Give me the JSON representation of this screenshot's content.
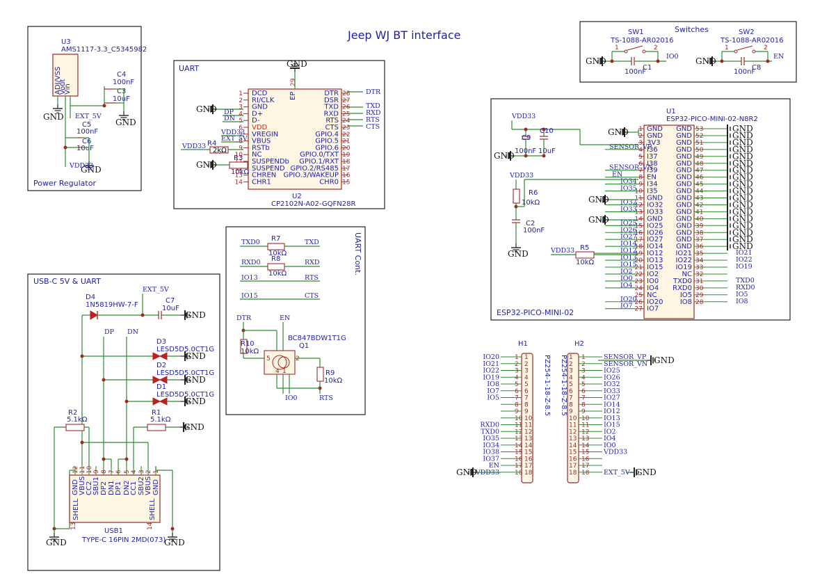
{
  "title": "Jeep WJ BT interface",
  "sections": {
    "power": "Power Regulator",
    "uart": "UART",
    "uart_cont": "UART Cont.",
    "usbc": "USB-C 5V & UART",
    "switches": "Switches",
    "esp": "ESP32-PICO-MINI-02"
  },
  "u3": {
    "ref": "U3",
    "value": "AMS1117-3.3_C5345982",
    "pins": [
      "ADJ/VSS",
      "Vout",
      "Vin"
    ]
  },
  "u2": {
    "ref": "U2",
    "value": "CP2102N-A02-GQFN28R",
    "left_pins": [
      "DCD",
      "RI/CLK",
      "GND",
      "D+",
      "D-",
      "VDD",
      "VREGIN",
      "VBUS",
      "RSTb",
      "NC",
      "SUSPENDb",
      "SUSPEND",
      "CHREN",
      "CHR1"
    ],
    "left_nums": [
      "1",
      "2",
      "3",
      "4",
      "5",
      "6",
      "7",
      "8",
      "9",
      "10",
      "11",
      "12",
      "13",
      "14"
    ],
    "right_pins": [
      "DTR",
      "DSR",
      "TXD",
      "RXD",
      "RTS",
      "CTS",
      "GPIO.4",
      "GPIO.5",
      "GPIO.6",
      "GPIO.0/TXT",
      "GPIO.1/RXT",
      "GPIO.2/RS485",
      "GPIO.3/WAKEUP",
      "CHR0"
    ],
    "right_nums": [
      "28",
      "27",
      "26",
      "25",
      "24",
      "23",
      "22",
      "21",
      "20",
      "19",
      "18",
      "17",
      "16",
      "15"
    ],
    "ep": "EP",
    "ep_num": "29"
  },
  "u1": {
    "ref": "U1",
    "value": "ESP32-PICO-MINI-02-N8R2",
    "left_pins": [
      "GND",
      "GND",
      "3V3",
      "I36",
      "I37",
      "I38",
      "I39",
      "EN",
      "I34",
      "I35",
      "GND",
      "IO32",
      "IO33",
      "GND",
      "IO25",
      "IO26",
      "IO27",
      "IO14",
      "IO12",
      "IO13",
      "IO15",
      "IO2",
      "IO0",
      "IO4",
      "NC",
      "IO20",
      "IO7"
    ],
    "left_nums": [
      "1",
      "2",
      "3",
      "4",
      "5",
      "6",
      "7",
      "8",
      "9",
      "10",
      "11",
      "12",
      "13",
      "14",
      "15",
      "16",
      "17",
      "18",
      "19",
      "20",
      "21",
      "22",
      "23",
      "24",
      "25",
      "26",
      "27"
    ],
    "right_pins": [
      "GND",
      "GND",
      "GND",
      "GND",
      "GND",
      "GND",
      "GND",
      "GND",
      "GND",
      "GND",
      "GND",
      "GND",
      "GND",
      "GND",
      "GND",
      "GND",
      "GND",
      "GND",
      "IO21",
      "IO22",
      "IO19",
      "NC",
      "TXD0",
      "RXD0",
      "IO5",
      "IO8"
    ],
    "right_nums": [
      "53",
      "52",
      "51",
      "50",
      "49",
      "48",
      "47",
      "46",
      "45",
      "44",
      "43",
      "42",
      "41",
      "40",
      "39",
      "38",
      "37",
      "36",
      "35",
      "34",
      "33",
      "32",
      "31",
      "30",
      "29",
      "28"
    ]
  },
  "h1": {
    "ref": "H1",
    "value": "PZ254-1-18-Z-8.5",
    "pins": [
      "1",
      "2",
      "3",
      "4",
      "5",
      "6",
      "7",
      "8",
      "9",
      "10",
      "11",
      "12",
      "13",
      "14",
      "15",
      "16",
      "17",
      "18"
    ],
    "nets_left": [
      "IO20",
      "IO21",
      "IO22",
      "IO19",
      "IO8",
      "IO7",
      "IO5",
      "",
      "",
      "",
      "RXD0",
      "TXD0",
      "IO35",
      "IO34",
      "IO38",
      "IO37",
      "EN",
      "VDD33"
    ]
  },
  "h2": {
    "ref": "H2",
    "value": "PZ254-1-18-Z-8.5",
    "pins": [
      "1",
      "2",
      "3",
      "4",
      "5",
      "6",
      "7",
      "8",
      "9",
      "10",
      "11",
      "12",
      "13",
      "14",
      "15",
      "16",
      "17",
      "18"
    ],
    "nets_right": [
      "SENSOR_VP",
      "SENSOR_VN",
      "IO25",
      "IO26",
      "IO32",
      "IO33",
      "IO27",
      "IO14",
      "IO12",
      "IO13",
      "IO15",
      "IO2",
      "IO4",
      "IO0",
      "VDD33",
      "",
      "",
      "EXT_5V"
    ]
  },
  "usb1": {
    "ref": "USB1",
    "value": "TYPE-C 16PIN 2MD(073)",
    "pins": [
      "GND",
      "VBUS",
      "CC2",
      "SBU1",
      "DP2",
      "DN1",
      "DP1",
      "DN2",
      "CC1",
      "SBU2",
      "VBUS",
      "GND"
    ],
    "nums": [
      "12",
      "11",
      "10",
      "9",
      "8",
      "7",
      "6",
      "5",
      "4",
      "3",
      "2",
      "1"
    ],
    "shell_left": "SHELL",
    "shell_right": "SHELL",
    "shell_left_num": "13",
    "shell_right_num": "14"
  },
  "components": {
    "c4": {
      "ref": "C4",
      "value": "100nF"
    },
    "c3": {
      "ref": "C3",
      "value": "10uF"
    },
    "c5": {
      "ref": "C5",
      "value": "100nF"
    },
    "c6": {
      "ref": "C6",
      "value": "10uF"
    },
    "r4": {
      "ref": "R4",
      "value": "2kΩ"
    },
    "r3": {
      "ref": "R3",
      "value": "10kΩ"
    },
    "r7": {
      "ref": "R7",
      "value": "10kΩ"
    },
    "r8": {
      "ref": "R8",
      "value": "10kΩ"
    },
    "r10": {
      "ref": "R10",
      "value": "10kΩ"
    },
    "r9": {
      "ref": "R9",
      "value": "10kΩ"
    },
    "q1": {
      "ref": "Q1",
      "value": "BC847BDW1T1G"
    },
    "d4": {
      "ref": "D4",
      "value": "1N5819HW-7-F"
    },
    "c7": {
      "ref": "C7",
      "value": "10uF"
    },
    "d3": {
      "ref": "D3",
      "value": "LESD5D5.0CT1G"
    },
    "d2": {
      "ref": "D2",
      "value": "LESD5D5.0CT1G"
    },
    "d1": {
      "ref": "D1",
      "value": "LESD5D5.0CT1G"
    },
    "r2": {
      "ref": "R2",
      "value": "5.1kΩ"
    },
    "r1": {
      "ref": "R1",
      "value": "5.1kΩ"
    },
    "sw1": {
      "ref": "SW1",
      "value": "TS-1088-AR02016"
    },
    "sw2": {
      "ref": "SW2",
      "value": "TS-1088-AR02016"
    },
    "c1": {
      "ref": "C1",
      "value": "100nF"
    },
    "c8": {
      "ref": "C8",
      "value": "100nF"
    },
    "c9": {
      "ref": "C9",
      "value": "100nF"
    },
    "c10": {
      "ref": "C10",
      "value": "10uF"
    },
    "r6": {
      "ref": "R6",
      "value": "10kΩ"
    },
    "c2": {
      "ref": "C2",
      "value": "100nF"
    },
    "r5": {
      "ref": "R5",
      "value": "10kΩ"
    }
  },
  "nets": {
    "gnd": "GND",
    "ext5v": "EXT_5V",
    "vdd33": "VDD33",
    "dp": "DP",
    "dn": "DN",
    "dtr": "DTR",
    "txd": "TXD",
    "rxd": "RXD",
    "rts": "RTS",
    "cts": "CTS",
    "txd0": "TXD0",
    "rxd0": "RXD0",
    "io13": "IO13",
    "io15": "IO15",
    "io0": "IO0",
    "en": "EN",
    "sensor_vp": "SENSOR_VP",
    "sensor_vn": "SENSOR_VN",
    "io32": "IO32",
    "io33": "IO33",
    "io25": "IO25",
    "io26": "IO26",
    "io27": "IO27",
    "io14": "IO14",
    "io12": "IO12",
    "io2": "IO2",
    "io4": "IO4",
    "io20": "IO20",
    "io7": "IO7",
    "io21": "IO21",
    "io22": "IO22",
    "io19": "IO19",
    "io5": "IO5",
    "io8": "IO8",
    "io37": "IO37",
    "io38": "IO38",
    "io34": "IO34",
    "io35": "IO35"
  }
}
